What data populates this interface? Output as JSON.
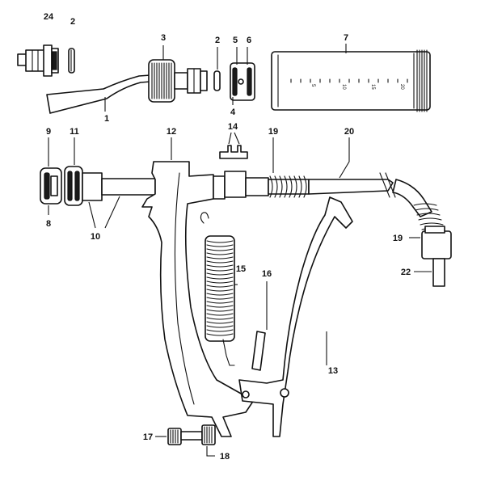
{
  "callouts": [
    {
      "id": "c24a",
      "text": "24"
    },
    {
      "id": "c2a",
      "text": "2"
    },
    {
      "id": "c3",
      "text": "3"
    },
    {
      "id": "c2b",
      "text": "2"
    },
    {
      "id": "c5",
      "text": "5"
    },
    {
      "id": "c6",
      "text": "6"
    },
    {
      "id": "c7",
      "text": "7"
    },
    {
      "id": "c1",
      "text": "1"
    },
    {
      "id": "c4",
      "text": "4"
    },
    {
      "id": "c14",
      "text": "14"
    },
    {
      "id": "c9",
      "text": "9"
    },
    {
      "id": "c11",
      "text": "11"
    },
    {
      "id": "c12",
      "text": "12"
    },
    {
      "id": "c19a",
      "text": "19"
    },
    {
      "id": "c20",
      "text": "20"
    },
    {
      "id": "c8",
      "text": "8"
    },
    {
      "id": "c10",
      "text": "10"
    },
    {
      "id": "c19b",
      "text": "19"
    },
    {
      "id": "c22",
      "text": "22"
    },
    {
      "id": "c15",
      "text": "15"
    },
    {
      "id": "c16",
      "text": "16"
    },
    {
      "id": "c13",
      "text": "13"
    },
    {
      "id": "c17",
      "text": "17"
    },
    {
      "id": "c18",
      "text": "18"
    }
  ],
  "barrel_scale": [
    "5",
    "10",
    "15",
    "20"
  ],
  "colors": {
    "ink": "#111111",
    "paper": "#ffffff"
  }
}
